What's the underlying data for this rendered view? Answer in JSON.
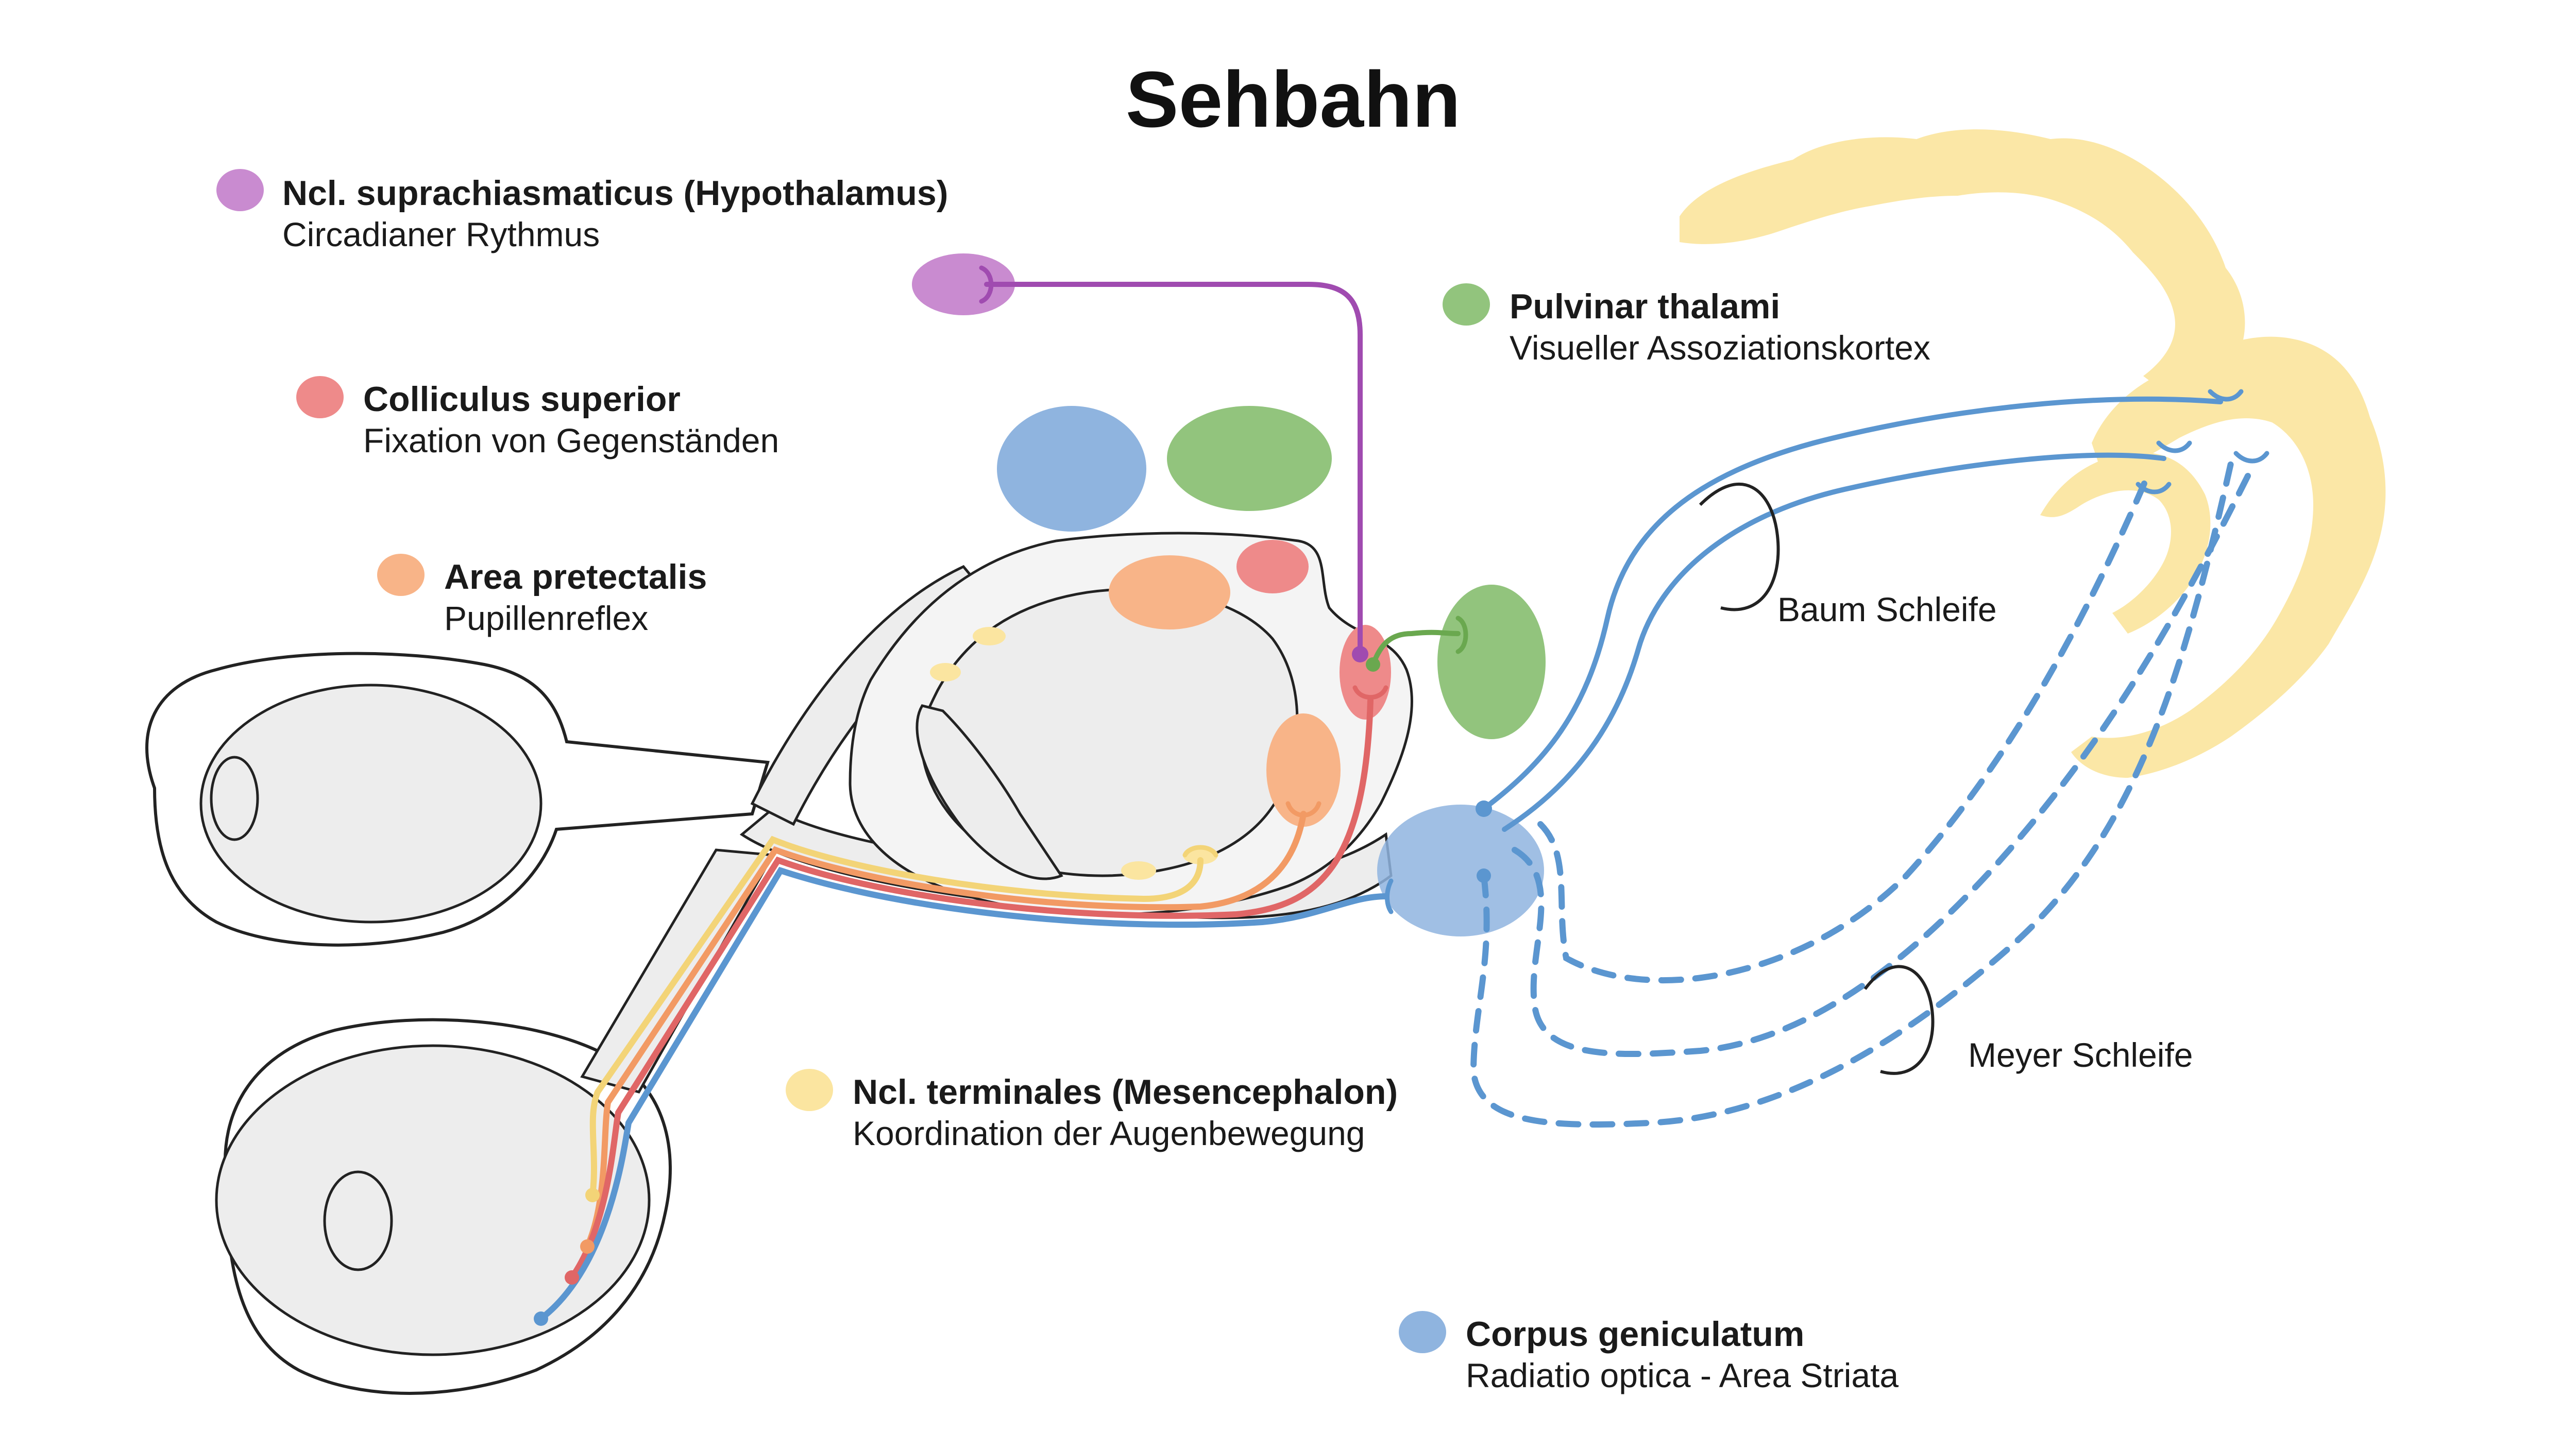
{
  "title": "Sehbahn",
  "colors": {
    "hypothalamus": "#c98bd0",
    "hypothalamus_line": "#a04bb0",
    "colliculus": "#ee8a8a",
    "colliculus_line": "#e06666",
    "pretectal": "#f8b488",
    "pretectal_line": "#f29a64",
    "pulvinar": "#92c47d",
    "pulvinar_line": "#6aa84f",
    "mesencephalon": "#fbe5a0",
    "mesencephalon_line": "#f3d477",
    "geniculatum": "#8fb4df",
    "geniculatum_line": "#5b96d0",
    "cortex": "#fbe7a6",
    "outline": "#222222",
    "tissue": "#ededed"
  },
  "legend": [
    {
      "id": "hypothalamus",
      "heading": "Ncl. suprachiasmaticus (Hypothalamus)",
      "subtitle": "Circadianer Rythmus"
    },
    {
      "id": "colliculus",
      "heading": "Colliculus superior",
      "subtitle": "Fixation von Gegenständen"
    },
    {
      "id": "pretectal",
      "heading": "Area pretectalis",
      "subtitle": "Pupillenreflex"
    },
    {
      "id": "pulvinar",
      "heading": "Pulvinar thalami",
      "subtitle": "Visueller Assoziationskortex"
    },
    {
      "id": "mesencephalon",
      "heading": "Ncl. terminales (Mesencephalon)",
      "subtitle": "Koordination der Augenbewegung"
    },
    {
      "id": "geniculatum",
      "heading": "Corpus geniculatum",
      "subtitle": "Radiatio optica - Area Striata"
    }
  ],
  "loops": {
    "baum": "Baum Schleife",
    "meyer": "Meyer Schleife"
  },
  "icons": {
    "eye_upper": "eyeball-icon",
    "eye_lower": "eyeball-icon",
    "brain": "cortex-icon"
  }
}
